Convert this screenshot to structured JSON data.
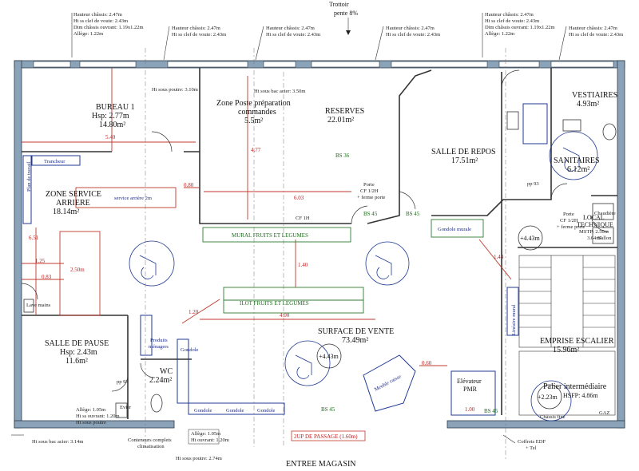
{
  "top_notes": {
    "trottoir": "Trottoir",
    "pente": "pente 8%",
    "note1": [
      "Hauteur châssis: 2.47m",
      "Ht ss clef de voute: 2.43m",
      "Dim châssis ouvrant: 1.19x1.22m",
      "Allège: 1.22m"
    ],
    "note2": [
      "Hauteur châssis: 2.47m",
      "Ht ss clef de voute: 2.43m"
    ],
    "note3": [
      "Hauteur châssis: 2.47m",
      "Ht ss clef de voute: 2.43m"
    ],
    "note4": [
      "Hauteur châssis: 2.47m",
      "Ht ss clef de voute: 2.43m"
    ],
    "note5": [
      "Hauteur châssis: 2.47m",
      "Ht ss clef de voute: 2.43m",
      "Dim châssis ouvrant: 1.19x1.22m",
      "Allège: 1.22m"
    ],
    "note6": [
      "Hauteur châssis: 2.47m",
      "Ht ss clef de voute: 2.43m"
    ]
  },
  "rooms": {
    "bureau": {
      "name": "BUREAU 1",
      "hsp": "Hsp: 2.77m",
      "area": "14.80m²"
    },
    "zone_poste": {
      "name": [
        "Zone Poste préparation",
        "commandes"
      ],
      "area": "5.5m²"
    },
    "reserves": {
      "name": "RESERVES",
      "area": "22.01m²"
    },
    "salle_repos": {
      "name": "SALLE DE REPOS",
      "area": "17.51m²"
    },
    "vestiaires": {
      "name": "VESTIAIRES",
      "area": "4.93m²"
    },
    "sanitaires": {
      "name": "SANITAIRES",
      "area": "6.12m²"
    },
    "zone_service": {
      "name": [
        "ZONE SERVICE",
        "ARRIERE"
      ],
      "area": "18.14m²"
    },
    "local_technique": {
      "name": [
        "LOCAL",
        "TECHNIQUE"
      ],
      "msp": "MSTP: 2.50m",
      "area": "3.64m²"
    },
    "salle_pause": {
      "name": "SALLE DE PAUSE",
      "hsp": "Hsp: 2.43m",
      "area": "11.6m²"
    },
    "wc": {
      "name": "WC",
      "area": "2.24m²"
    },
    "surface_vente": {
      "name": "SURFACE DE VENTE",
      "area": "73.49m²"
    },
    "emprise_escalier": {
      "name": "EMPRISE ESCALIER",
      "area": "15.96m²"
    },
    "palier": {
      "name": "Palier intermédiaire",
      "hsfp": "HSFP: 4.86m"
    }
  },
  "levels": {
    "l1": "+4.43m",
    "l2": "+4.43m",
    "l3": "+2.23m"
  },
  "annotations": {
    "ht_poutre_1": "Ht sous poutre: 3.10m",
    "ht_bac_acier_top": "Ht sous bac acier: 3.50m",
    "cf1h": "CF 1H",
    "porte_cf": [
      "Porte",
      "CF 1/2H",
      "+ ferme porte"
    ],
    "porte_cf2": [
      "Porte",
      "CF 1/2H",
      "+ ferme porte"
    ],
    "gondole_murale": "Gondole murale",
    "mural_fruits": "MURAL FRUITS ET LEGUMES",
    "ilot_fruits": "ILOT FRUITS ET LEGUMES",
    "trancheur": "Trancheur",
    "plan_travail": "Plan de travail",
    "service_arriere": "service arrière 2m",
    "mobile_caisse": "Meuble caisse",
    "elevateur": [
      "Elévateur",
      "PMR"
    ],
    "gondole1": "Gondole",
    "gondole2": "Gondole",
    "gondole3": "Gondole",
    "gondole4": "Gondole",
    "produits": [
      "Produits",
      "ménagers"
    ],
    "lave_mains": "Lave mains",
    "evier": "Evier",
    "allege_bottom_left": [
      "Allège: 1.05m",
      "Ht ss ouvrant: 1.20m",
      "Ht sous poutre"
    ],
    "allege_bottom_mid": [
      "Allège: 1.05m",
      "Ht ouvrant: 1.20m"
    ],
    "ht_bac_bottom": "Ht sous bac acier: 3.14m",
    "conteneurs": [
      "Conteneurs complets",
      "climatisation"
    ],
    "ht_poutre_bottom": "Ht sous poutre: 2.74m",
    "passage": "2UP DE PASSAGE (1.60m)",
    "entree": "ENTREE MAGASIN",
    "coffret": [
      "Coffrets EDF",
      "+ Tel"
    ],
    "chaudiere": "Chaudière",
    "ballon": "Ballon",
    "pp93": "pp 93",
    "bs45": "BS 45",
    "bs36": "BS 36",
    "gaz": "GAZ",
    "chassis_fixe": "Châssis fixe",
    "lineaire": "Linéaire mural"
  },
  "dimensions": {
    "d540": "5.40",
    "d477": "4.77",
    "d603": "6.03",
    "d080": "0.80",
    "d651": "6.51",
    "d125": "1.25",
    "d083": "0.83",
    "d140": "1.40",
    "d400": "4.00",
    "d120": "1.20",
    "d144": "1.44",
    "d060": "0.60",
    "d100": "1.00",
    "d250": "2.50m"
  },
  "colors": {
    "wall_fill": "#8aa3b8",
    "wall_stroke": "#2b3a4a",
    "red": "#c0392b",
    "green": "#2e7d32",
    "blue": "#1f3a93"
  }
}
